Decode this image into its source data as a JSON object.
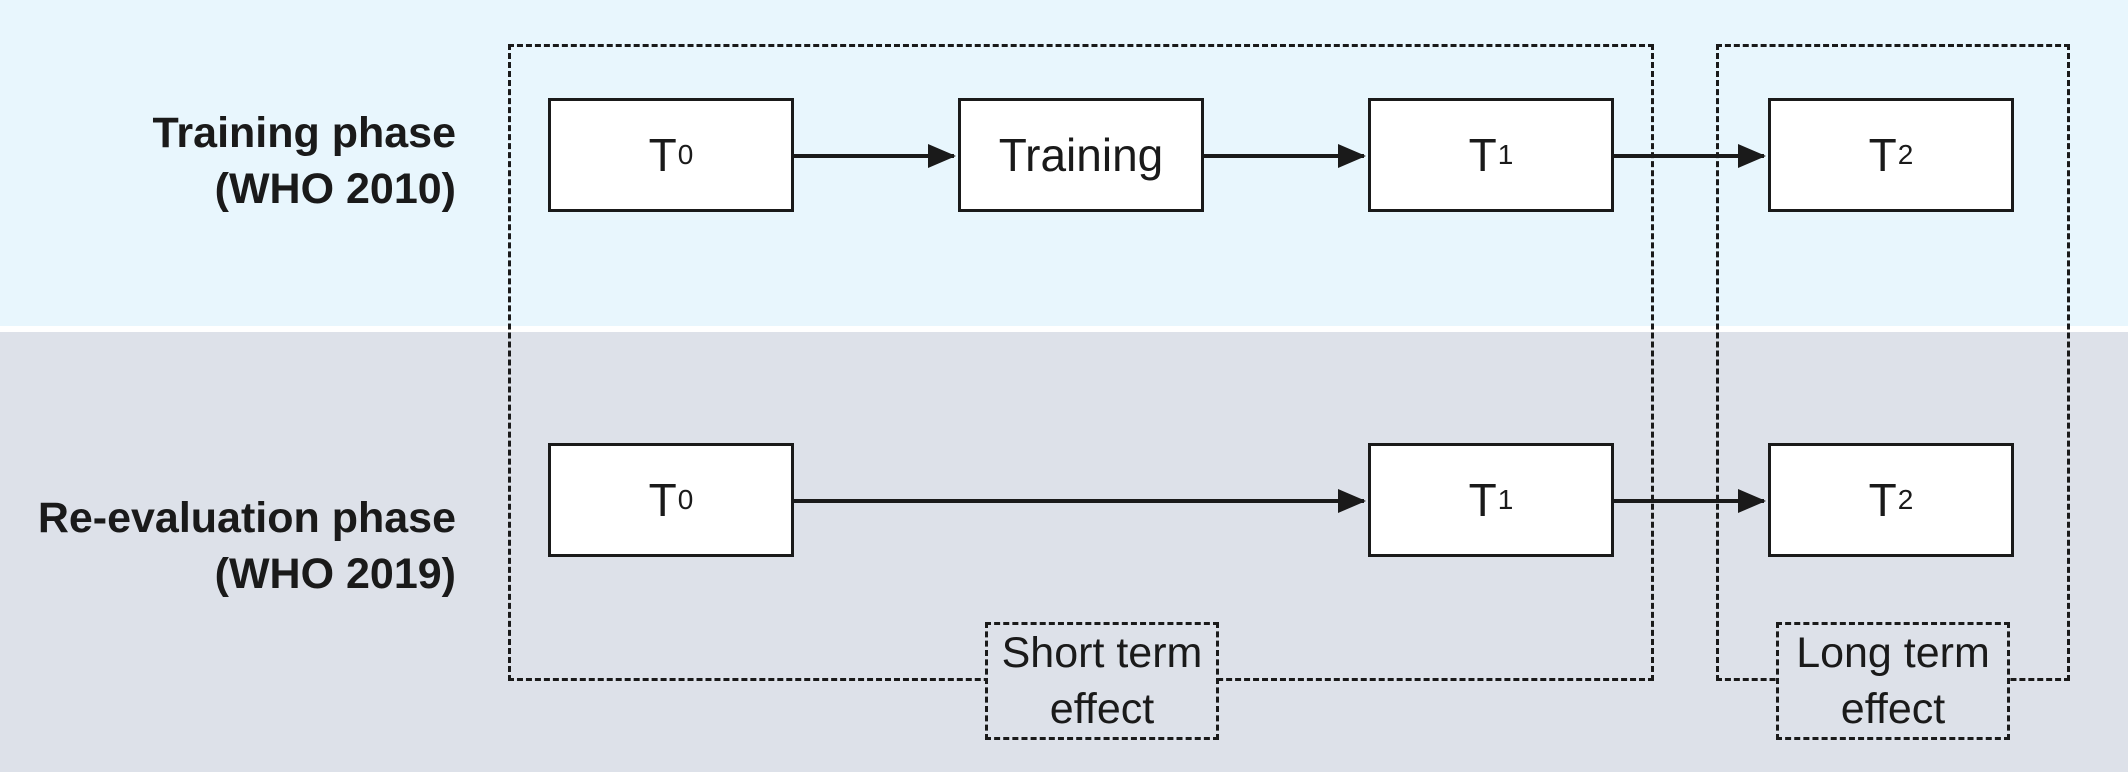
{
  "rows": [
    {
      "label_line1": "Training phase",
      "label_line2": "(WHO 2010)",
      "nodes": [
        {
          "main": "T",
          "sub": "0"
        },
        {
          "main": "Training",
          "sub": ""
        },
        {
          "main": "T",
          "sub": "1"
        },
        {
          "main": "T",
          "sub": "2"
        }
      ]
    },
    {
      "label_line1": "Re-evaluation phase",
      "label_line2": "(WHO 2019)",
      "nodes": [
        {
          "main": "T",
          "sub": "0"
        },
        {
          "main": "T",
          "sub": "1"
        },
        {
          "main": "T",
          "sub": "2"
        }
      ]
    }
  ],
  "groups": {
    "short_term": {
      "line1": "Short term",
      "line2": "effect"
    },
    "long_term": {
      "line1": "Long term",
      "line2": "effect"
    }
  },
  "colors": {
    "top_band": "#e8f6fd",
    "bottom_band": "#dde1e9",
    "stroke": "#1a1a1a"
  }
}
